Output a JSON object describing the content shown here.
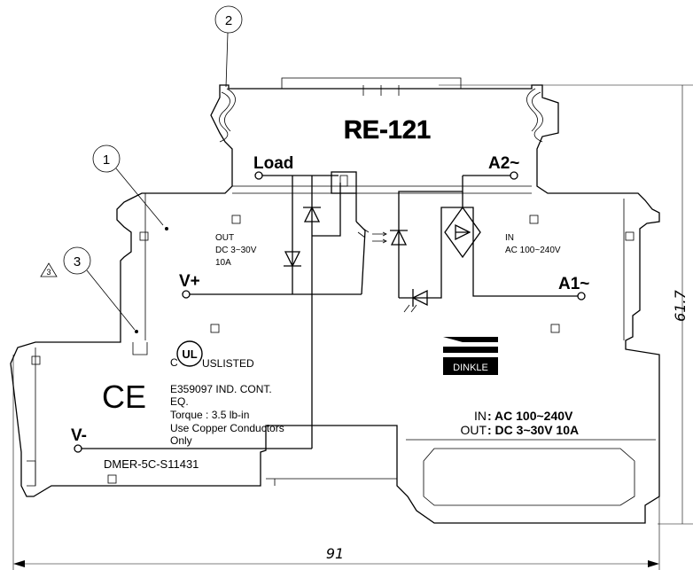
{
  "callouts": {
    "c1": "1",
    "c2": "2",
    "c3": "3",
    "c3_triangle": "3"
  },
  "model": "RE-121",
  "terminals": {
    "load": "Load",
    "a2": "A2~",
    "vplus": "V+",
    "a1": "A1~",
    "vminus": "V-"
  },
  "output_block": {
    "line1": "OUT",
    "line2": "DC 3~30V",
    "line3": "10A"
  },
  "input_block": {
    "line1": "IN",
    "line2": "AC 100~240V"
  },
  "cert": {
    "listed": "USLISTED",
    "c_mark": "C",
    "ul_mark": "UL",
    "file": "E359097  IND. CONT.",
    "eq": "EQ.",
    "torque": "Torque : 3.5 lb-in",
    "copper": "Use Copper Conductors",
    "only": "Only"
  },
  "ce_mark": "CE",
  "part_number": "DMER-5C-S11431",
  "brand": "DINKLE",
  "ratings": {
    "in_label": "IN",
    "in_value": ": AC 100~240V",
    "out_label": "OUT",
    "out_value": ": DC  3~30V 10A"
  },
  "dimensions": {
    "width": "91",
    "height": "61.7"
  }
}
